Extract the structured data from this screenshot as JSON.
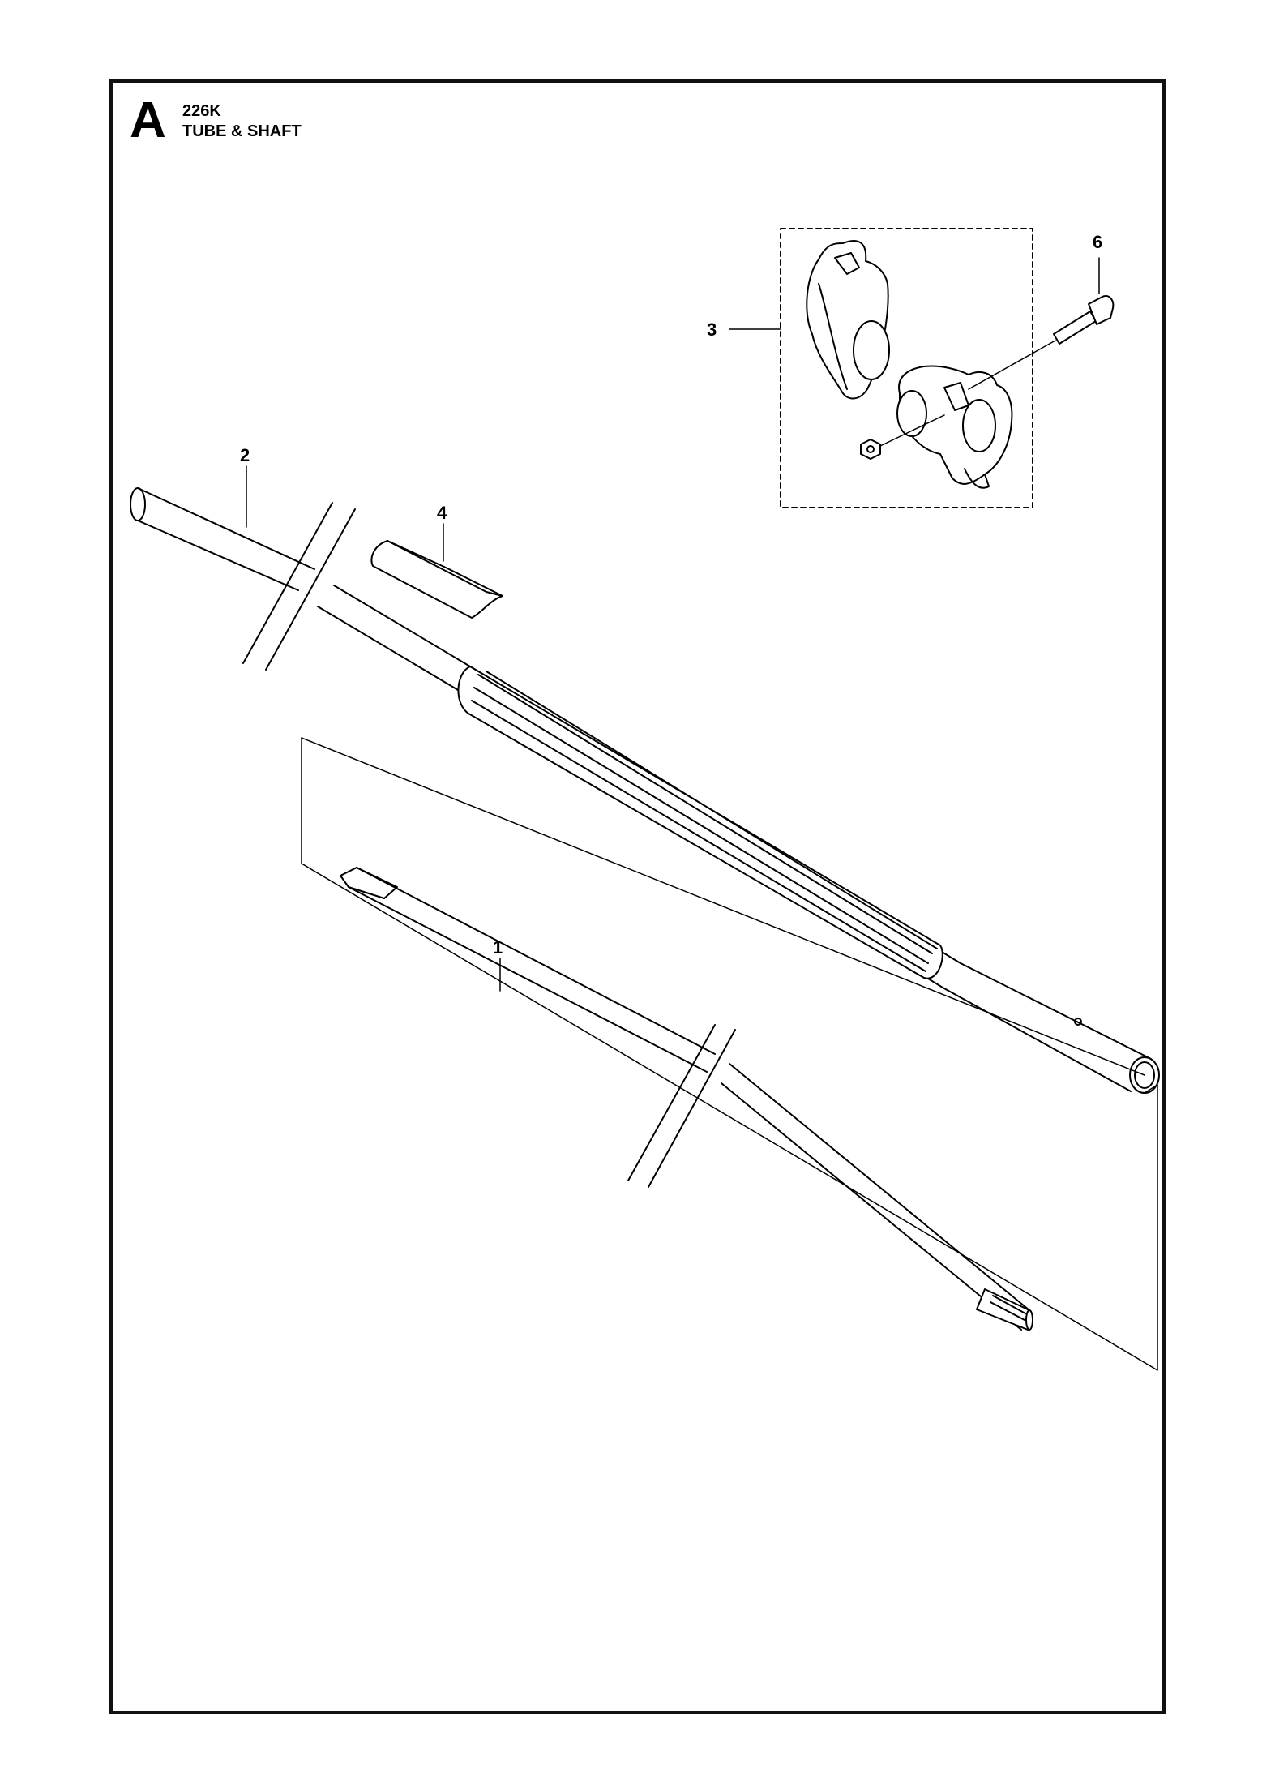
{
  "header": {
    "section_letter": "A",
    "model": "226K",
    "title": "TUBE & SHAFT"
  },
  "callouts": {
    "c1": "1",
    "c2": "2",
    "c3": "3",
    "c4": "4",
    "c6": "6"
  }
}
